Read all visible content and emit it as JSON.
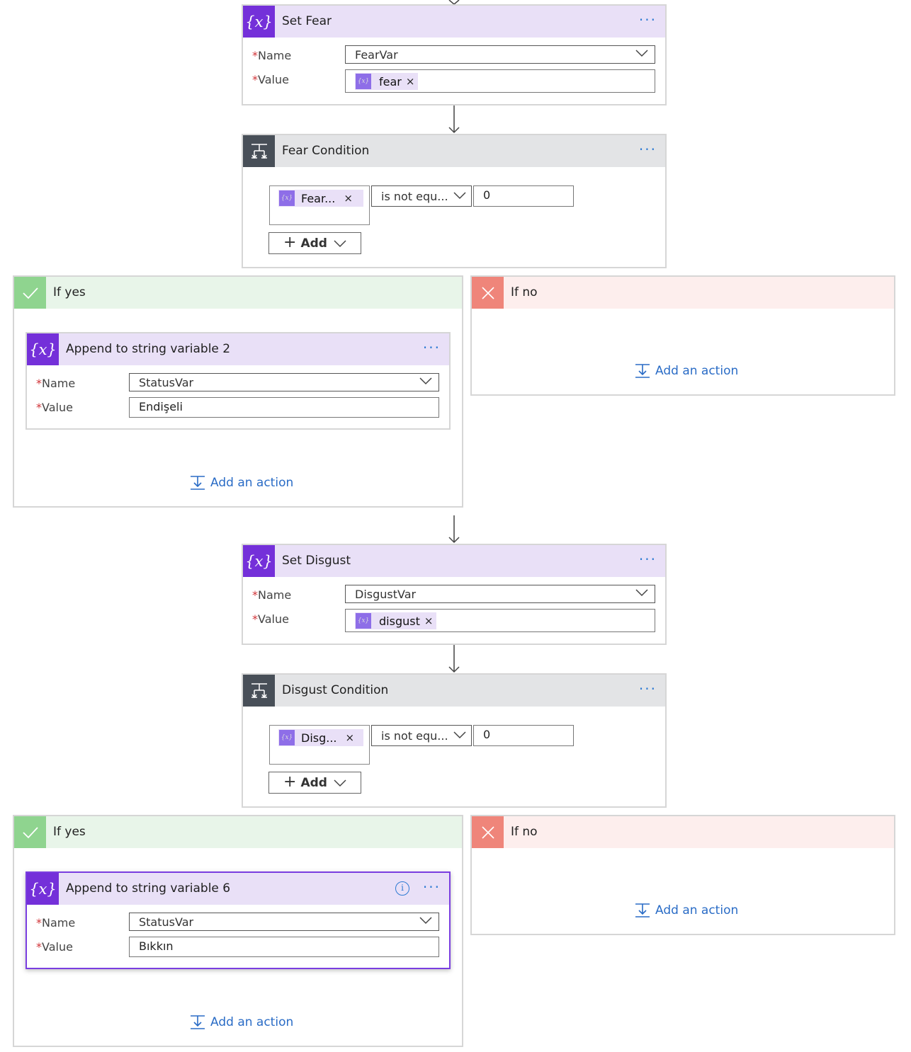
{
  "colors": {
    "accent_purple": "#7430d9",
    "link_blue": "#2a6cc6",
    "required_red": "#d13438"
  },
  "set_fear": {
    "title": "Set Fear",
    "more_icon": "more-icon",
    "name_label": "Name",
    "value_label": "Value",
    "name_value": "FearVar",
    "value_token": "fear",
    "token_remove": "×"
  },
  "fear_condition": {
    "title": "Fear Condition",
    "operand_token": "Fear...",
    "token_remove": "×",
    "operator": "is not equ...",
    "compare_value": "0",
    "add_label": "Add"
  },
  "fear_yes": {
    "title": "If yes",
    "action": {
      "title": "Append to string variable 2",
      "name_label": "Name",
      "value_label": "Value",
      "name_value": "StatusVar",
      "value": "Endişeli"
    },
    "add_action": "Add an action"
  },
  "fear_no": {
    "title": "If no",
    "add_action": "Add an action"
  },
  "set_disgust": {
    "title": "Set Disgust",
    "name_label": "Name",
    "value_label": "Value",
    "name_value": "DisgustVar",
    "value_token": "disgust",
    "token_remove": "×"
  },
  "disgust_condition": {
    "title": "Disgust Condition",
    "operand_token": "Disg...",
    "token_remove": "×",
    "operator": "is not equ...",
    "compare_value": "0",
    "add_label": "Add"
  },
  "disgust_yes": {
    "title": "If yes",
    "action": {
      "title": "Append to string variable 6",
      "name_label": "Name",
      "value_label": "Value",
      "name_value": "StatusVar",
      "value": "Bıkkın"
    },
    "add_action": "Add an action"
  },
  "disgust_no": {
    "title": "If no",
    "add_action": "Add an action"
  },
  "common": {
    "required_mark": "*",
    "var_icon": "{x}",
    "token_icon": "{x}",
    "more": "···",
    "info": "i"
  }
}
